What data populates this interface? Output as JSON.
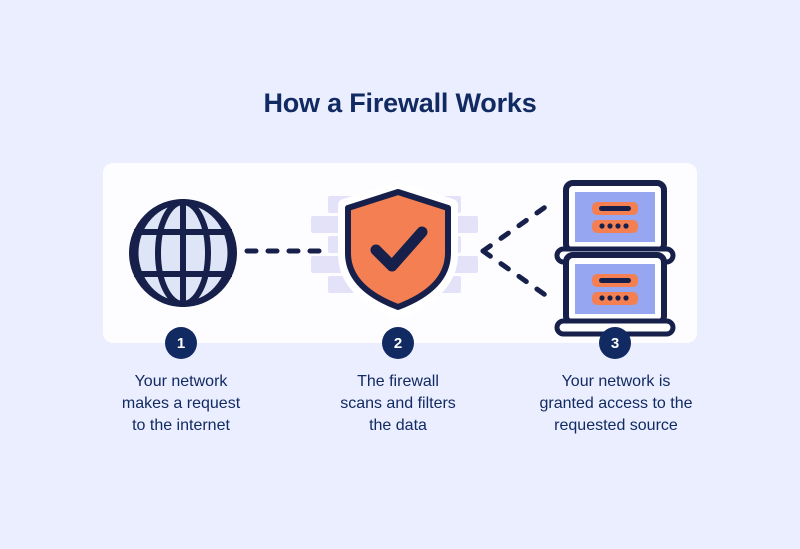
{
  "page": {
    "background_color": "#eaeeff",
    "title": "How a Firewall Works"
  },
  "card": {
    "background_color": "#fdfdff"
  },
  "colors": {
    "navy": "#122a62",
    "navy_dark": "#16204a",
    "orange": "#f47f52",
    "periwinkle": "#97a6f0",
    "globe_fill": "#dde5f7",
    "brick": "#e4e2f8",
    "white": "#ffffff"
  },
  "steps": [
    {
      "number": "1",
      "icon": "globe-icon",
      "caption_lines": [
        "Your network",
        "makes a request",
        "to the internet"
      ]
    },
    {
      "number": "2",
      "icon": "shield-check-icon",
      "caption_lines": [
        "The firewall",
        "scans and filters",
        "the data"
      ]
    },
    {
      "number": "3",
      "icon": "laptops-icon",
      "caption_lines": [
        "Your network is",
        "granted access to the",
        "requested source"
      ]
    }
  ],
  "connectors": [
    {
      "name": "globe-to-firewall-dashed-line",
      "style": "dashed"
    },
    {
      "name": "firewall-to-laptop-top-dashed-line",
      "style": "dashed"
    },
    {
      "name": "firewall-to-laptop-bottom-dashed-line",
      "style": "dashed"
    }
  ]
}
